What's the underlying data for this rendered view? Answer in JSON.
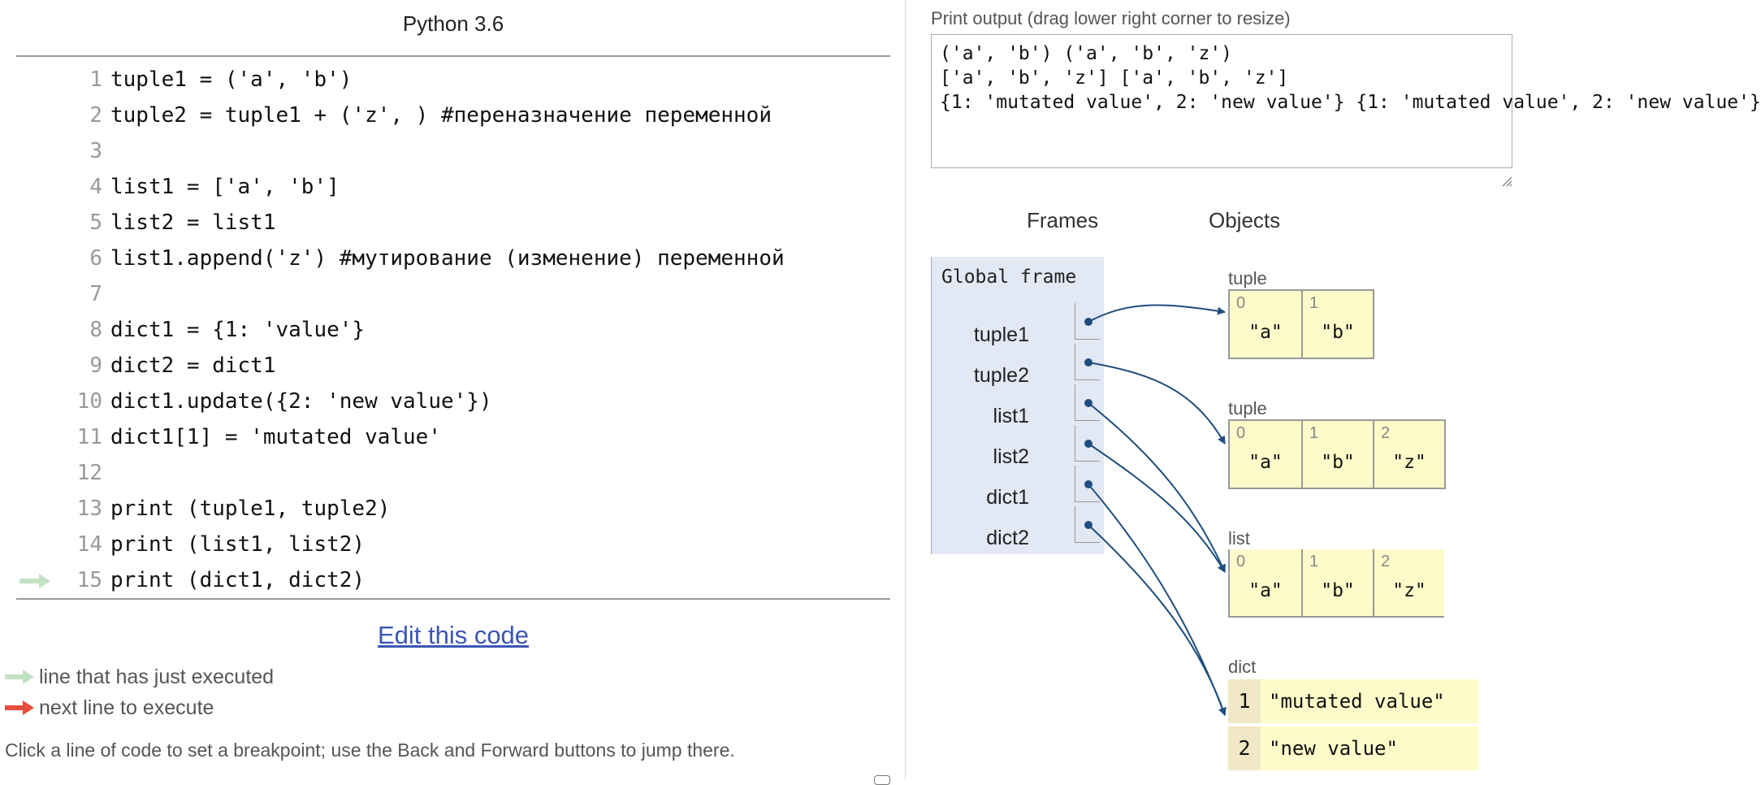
{
  "header": {
    "language": "Python 3.6"
  },
  "code": {
    "lines": [
      {
        "no": "1",
        "text": "tuple1 = ('a', 'b')"
      },
      {
        "no": "2",
        "text": "tuple2 = tuple1 + ('z', ) #переназначение переменной"
      },
      {
        "no": "3",
        "text": ""
      },
      {
        "no": "4",
        "text": "list1 = ['a', 'b']"
      },
      {
        "no": "5",
        "text": "list2 = list1"
      },
      {
        "no": "6",
        "text": "list1.append('z') #мутирование (изменение) переменной"
      },
      {
        "no": "7",
        "text": ""
      },
      {
        "no": "8",
        "text": "dict1 = {1: 'value'}"
      },
      {
        "no": "9",
        "text": "dict2 = dict1"
      },
      {
        "no": "10",
        "text": "dict1.update({2: 'new value'})"
      },
      {
        "no": "11",
        "text": "dict1[1] = 'mutated value'"
      },
      {
        "no": "12",
        "text": ""
      },
      {
        "no": "13",
        "text": "print (tuple1, tuple2)"
      },
      {
        "no": "14",
        "text": "print (list1, list2)"
      },
      {
        "no": "15",
        "text": "print (dict1, dict2)"
      }
    ],
    "just_executed_line": "15"
  },
  "edit_link": "Edit this code",
  "legend": {
    "just_executed": "line that has just executed",
    "next_line": "next line to execute",
    "just_executed_color": "#c3e2c3",
    "next_line_color": "#e74c3c"
  },
  "hint": "Click a line of code to set a breakpoint; use the Back and Forward buttons to jump there.",
  "print_output": {
    "label": "Print output (drag lower right corner to resize)",
    "lines": [
      "('a', 'b') ('a', 'b', 'z')",
      "['a', 'b', 'z'] ['a', 'b', 'z']",
      "{1: 'mutated value', 2: 'new value'} {1: 'mutated value', 2: 'new value'}"
    ]
  },
  "viz": {
    "frames_header": "Frames",
    "objects_header": "Objects",
    "global_frame": {
      "title": "Global frame",
      "variables": [
        "tuple1",
        "tuple2",
        "list1",
        "list2",
        "dict1",
        "dict2"
      ]
    },
    "objects": [
      {
        "type": "tuple",
        "items": [
          {
            "index": "0",
            "value": "\"a\""
          },
          {
            "index": "1",
            "value": "\"b\""
          }
        ]
      },
      {
        "type": "tuple",
        "items": [
          {
            "index": "0",
            "value": "\"a\""
          },
          {
            "index": "1",
            "value": "\"b\""
          },
          {
            "index": "2",
            "value": "\"z\""
          }
        ]
      },
      {
        "type": "list",
        "items": [
          {
            "index": "0",
            "value": "\"a\""
          },
          {
            "index": "1",
            "value": "\"b\""
          },
          {
            "index": "2",
            "value": "\"z\""
          }
        ]
      },
      {
        "type": "dict",
        "entries": [
          {
            "key": "1",
            "value": "\"mutated value\""
          },
          {
            "key": "2",
            "value": "\"new value\""
          }
        ]
      }
    ],
    "pointer_color": "#1f4e7e",
    "object_fill": "#fdfbc9",
    "frame_fill": "#e2e8f4"
  }
}
